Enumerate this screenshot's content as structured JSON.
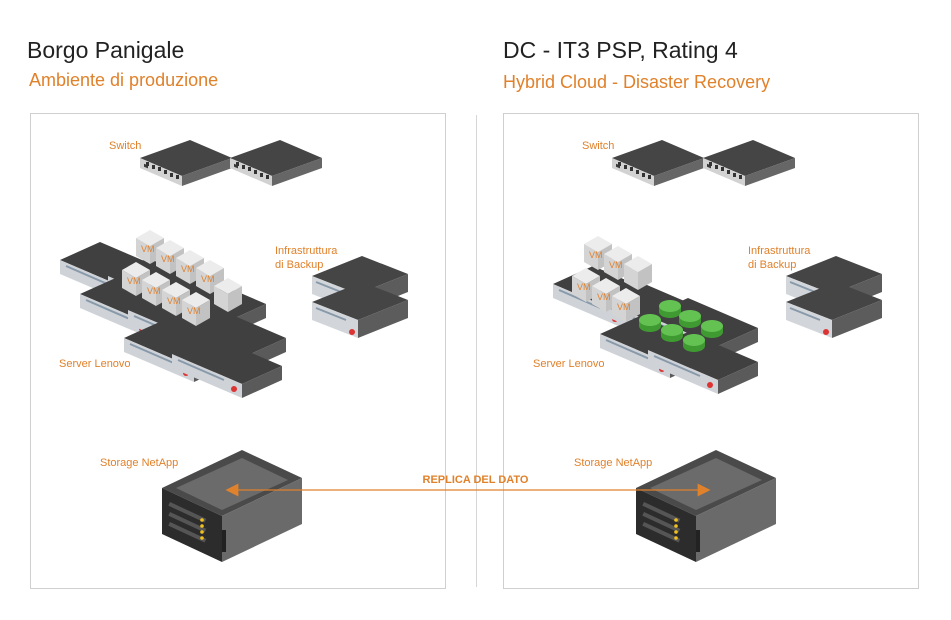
{
  "left": {
    "title": "Borgo Panigale",
    "subtitle": "Ambiente di produzione",
    "switch_label": "Switch",
    "backup_label": "Infrastruttura\ndi Backup",
    "server_label": "Server Lenovo",
    "storage_label": "Storage NetApp",
    "vm_label": "VM"
  },
  "right": {
    "title": "DC - IT3 PSP, Rating 4",
    "subtitle": "Hybrid Cloud -  Disaster Recovery",
    "switch_label": "Switch",
    "backup_label": "Infrastruttura\ndi Backup",
    "server_label": "Server Lenovo",
    "storage_label": "Storage NetApp",
    "vm_label": "VM"
  },
  "replication_label": "REPLICA DEL DATO",
  "colors": {
    "accent": "#e0812b",
    "server_dark": "#3c3c3c",
    "vm_cube": "#d9d9d9",
    "cloud_green": "#5cb84a"
  }
}
